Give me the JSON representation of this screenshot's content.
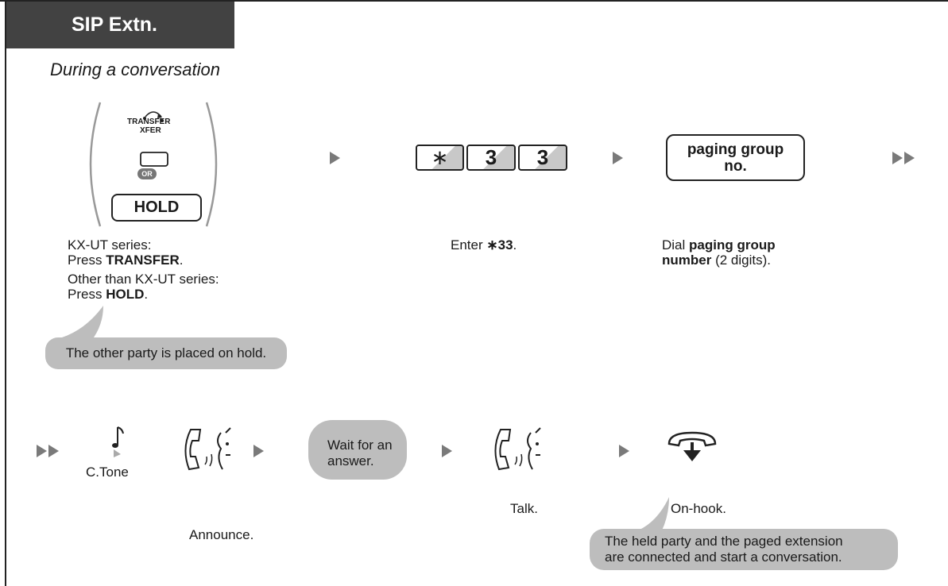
{
  "header": {
    "tab_label": "SIP Extn.",
    "subtitle": "During a conversation"
  },
  "step1": {
    "transfer_label": "TRANSFER",
    "xfer_label": "XFER",
    "or_badge": "OR",
    "hold_label": "HOLD",
    "caption_a": "KX-UT series:",
    "caption_a_press": "Press ",
    "caption_a_key": "TRANSFER",
    "caption_b": "Other than KX-UT series:",
    "caption_b_press": "Press ",
    "caption_b_key": "HOLD",
    "period": ".",
    "note": "The other party is placed on hold."
  },
  "step2": {
    "keys": [
      "∗",
      "3",
      "3"
    ],
    "caption_prefix": "Enter ",
    "caption_code": "∗3",
    "caption_code2": "3",
    "period": "."
  },
  "step3": {
    "box_line1": "paging group",
    "box_line2": "no.",
    "caption_prefix": "Dial ",
    "caption_bold1": "paging group",
    "caption_bold2": "number",
    "caption_suffix": " (2 digits)."
  },
  "step4": {
    "tone_label": "C.Tone",
    "announce": "Announce.",
    "wait_line1": "Wait for an",
    "wait_line2": "answer.",
    "talk": "Talk.",
    "onhook": "On-hook.",
    "result_line1": "The held party and the paged extension",
    "result_line2": "are connected and start a conversation."
  },
  "colors": {
    "tab_bg": "#424242",
    "bubble_bg": "#bdbdbd",
    "arrow": "#7a7a7a"
  }
}
